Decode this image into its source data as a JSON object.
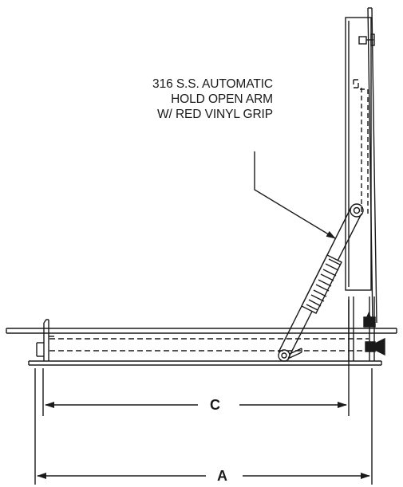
{
  "callout": {
    "lines": [
      "316 S.S. AUTOMATIC",
      "HOLD OPEN ARM",
      "W/ RED VINYL GRIP"
    ]
  },
  "dimensions": {
    "c": "C",
    "a": "A"
  },
  "colors": {
    "ink": "#1a1a1a",
    "background": "#ffffff"
  }
}
